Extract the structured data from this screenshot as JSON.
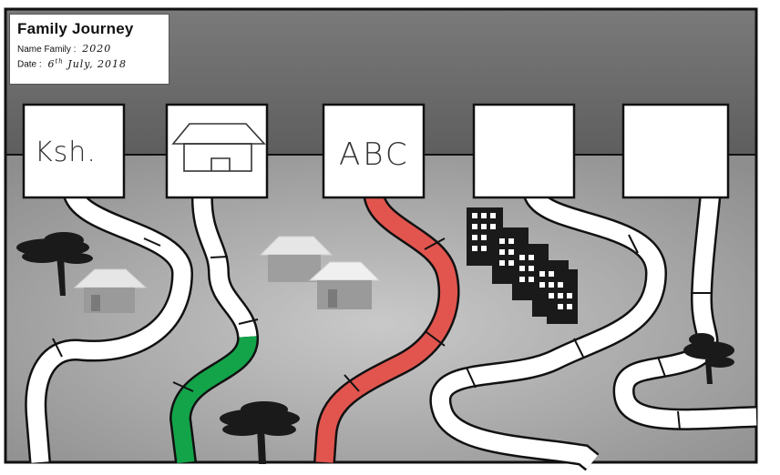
{
  "header": {
    "title": "Family Journey",
    "name_label": "Name Family :",
    "name_value": "2020",
    "date_label": "Date :",
    "date_day": "6",
    "date_suffix": "th",
    "date_rest": "July, 2018"
  },
  "boxes": [
    {
      "id": "box-1",
      "text": "Ksh."
    },
    {
      "id": "box-2",
      "text": "",
      "icon": "house-icon"
    },
    {
      "id": "box-3",
      "text": "ABC"
    },
    {
      "id": "box-4",
      "text": ""
    },
    {
      "id": "box-5",
      "text": ""
    }
  ],
  "colors": {
    "sky": "#6f6f6f",
    "ground": "#a9a9a9",
    "path_fill": "#ffffff",
    "path_green": "#13a44a",
    "path_red": "#e2554f",
    "ink": "#111111"
  }
}
